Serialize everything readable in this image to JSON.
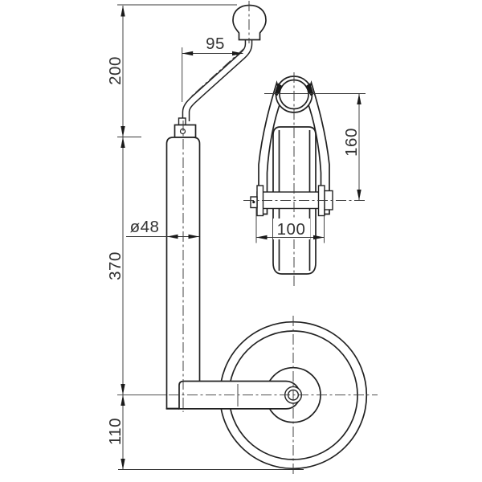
{
  "drawing": {
    "type": "technical-drawing",
    "subject": "jockey-wheel",
    "line_color": "#222222",
    "background": "#ffffff",
    "side_view": {
      "labels": {
        "crank_offset": "95",
        "upper_section_height": "200",
        "tube_length": "370",
        "wheel_axle_to_ground": "110",
        "tube_diameter": "ø48"
      }
    },
    "front_view": {
      "labels": {
        "fork_height": "160",
        "wheel_width": "100"
      }
    }
  }
}
